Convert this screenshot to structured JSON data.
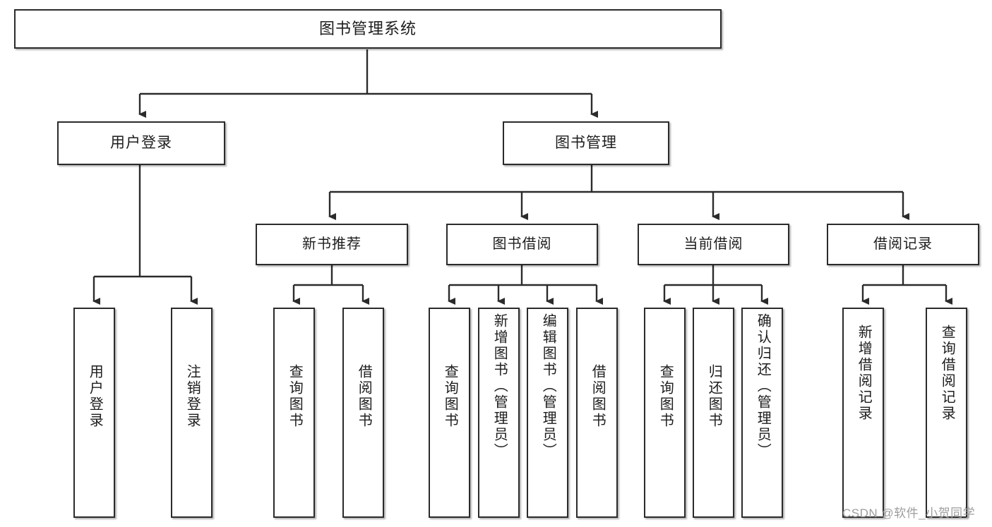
{
  "diagram": {
    "type": "tree-hierarchy",
    "title": "图书管理系统",
    "root": {
      "label": "图书管理系统"
    },
    "level2": [
      {
        "id": "user-login",
        "label": "用户登录"
      },
      {
        "id": "book-manage",
        "label": "图书管理"
      }
    ],
    "level3": [
      {
        "id": "new-book-recommend",
        "label": "新书推荐"
      },
      {
        "id": "book-borrow",
        "label": "图书借阅"
      },
      {
        "id": "current-borrow",
        "label": "当前借阅"
      },
      {
        "id": "borrow-record",
        "label": "借阅记录"
      }
    ],
    "leaves": {
      "user_login": [
        {
          "id": "leaf-user-login",
          "label": "用户登录"
        },
        {
          "id": "leaf-logout-login",
          "label": "注销登录"
        }
      ],
      "new_book_recommend": [
        {
          "id": "leaf-query-book-1",
          "label": "查询图书"
        },
        {
          "id": "leaf-borrow-book-1",
          "label": "借阅图书"
        }
      ],
      "book_borrow": [
        {
          "id": "leaf-query-book-2",
          "label": "查询图书"
        },
        {
          "id": "leaf-add-book",
          "label": "新增图书（管理员）"
        },
        {
          "id": "leaf-edit-book",
          "label": "编辑图书（管理员）"
        },
        {
          "id": "leaf-borrow-book-2",
          "label": "借阅图书"
        }
      ],
      "current_borrow": [
        {
          "id": "leaf-query-book-3",
          "label": "查询图书"
        },
        {
          "id": "leaf-return-book",
          "label": "归还图书"
        },
        {
          "id": "leaf-confirm-return",
          "label": "确认归还（管理员）"
        }
      ],
      "borrow_record": [
        {
          "id": "leaf-add-record",
          "label": "新增借阅记录"
        },
        {
          "id": "leaf-query-record",
          "label": "查询借阅记录"
        }
      ]
    }
  },
  "watermark": {
    "text": "CSDN @软件_小贺同学"
  },
  "colors": {
    "background": "#ffffff",
    "box_border": "#2b2b2b",
    "box_fill": "#ffffff",
    "line": "#2b2b2b",
    "text": "#1d1d1d",
    "watermark": "#9d9d9d"
  }
}
